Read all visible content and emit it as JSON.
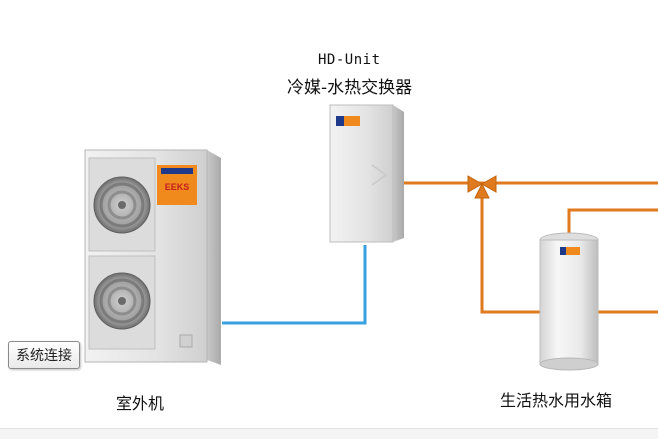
{
  "hd_unit": {
    "model": "HD-Unit",
    "name": "冷媒-水热交换器"
  },
  "outdoor_unit": {
    "name": "室外机",
    "brand_mark": "EEKS"
  },
  "tank": {
    "name": "生活热水用水箱"
  },
  "system_button": {
    "label": "系统连接"
  },
  "colors": {
    "refrigerant_pipe": "#3ba0e0",
    "hot_water_pipe": "#e07a1e",
    "unit_body": "#e6e6e6",
    "brand_orange": "#f08a1c"
  }
}
